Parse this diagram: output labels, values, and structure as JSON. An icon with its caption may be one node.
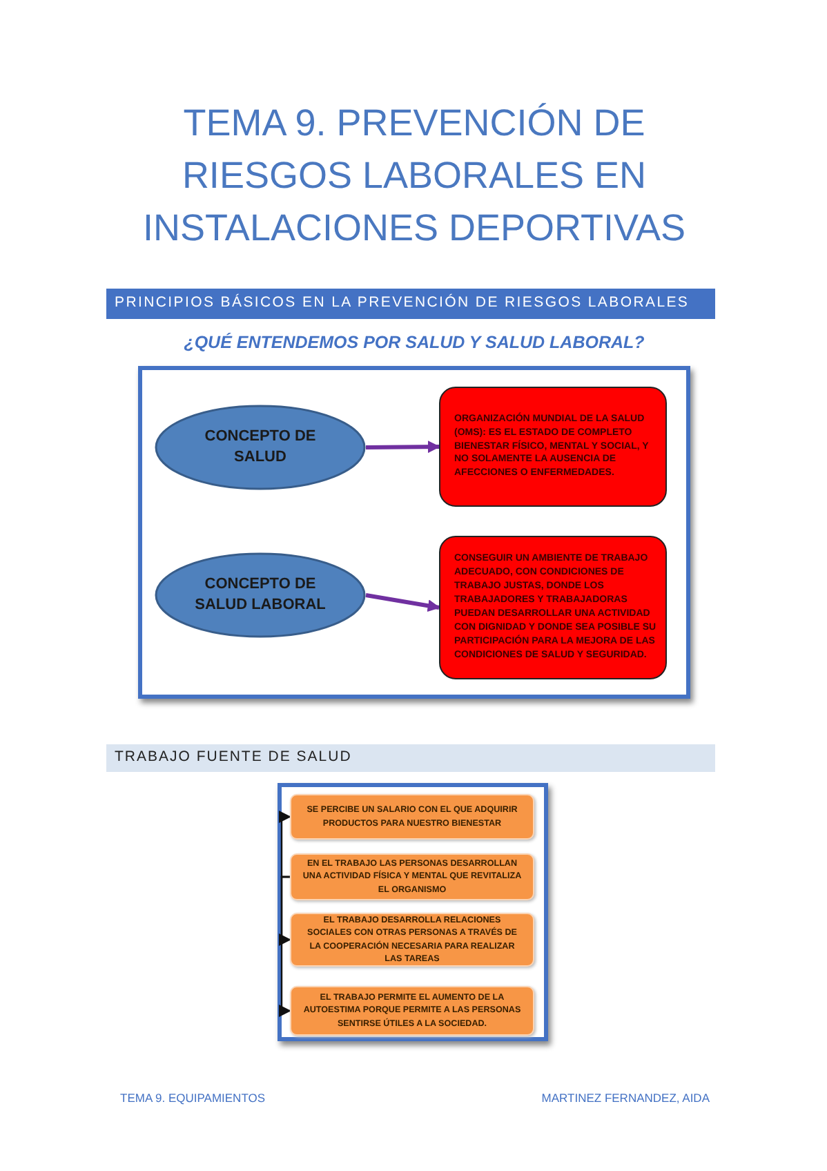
{
  "diagram": {
    "title": "TEMA 9. PREVENCIÓN DE RIESGOS LABORALES EN INSTALACIONES DEPORTIVAS",
    "nodes": [
      {
        "text": [
          "CONCEPTO DE SALUD"
        ]
      },
      {
        "text": [
          "ORGANIZACIÓN MUNDIAL DE LA SALUD (OMS): ES EL ESTADO DE COMPLETO BIENESTAR FÍSICO, MENTAL Y SOCIAL, Y NO SOLAMENTE LA AUSENCIA DE AFECCIONES O ENFERMEDADES."
        ]
      },
      {
        "text": [
          "CONCEPTO DE SALUD LABORAL"
        ]
      },
      {
        "text": [
          "CONSEGUIR UN AMBIENTE DE TRABAJO ADECUADO, CON CONDICIONES DE TRABAJO JUSTAS, DONDE LOS TRABAJADORES Y TRABAJADORAS PUEDAN DESARROLLAR UNA ACTIVIDAD CON DIGNIDAD Y DONDE SEA POSIBLE SU PARTICIPACIÓN PARA LA MEJORA DE LAS CONDICIONES DE SALUD Y SEGURIDAD."
        ]
      },
      {
        "text": [
          "SE PERCIBE UN SALARIO CON EL QUE ADQUIRIR PRODUCTOS PARA NUESTRO BIENESTAR"
        ]
      },
      {
        "text": [
          "EN EL TRABAJO LAS PERSONAS DESARROLLAN UNA ACTIVIDAD FÍSICA Y MENTAL QUE REVITALIZA EL ORGANISMO"
        ]
      },
      {
        "text": [
          "EL TRABAJO DESARROLLA RELACIONES SOCIALES CON OTRAS PERSONAS A TRAVÉS DE LA COOPERACIÓN NECESARIA PARA REALIZAR LAS TAREAS"
        ]
      },
      {
        "text": [
          "EL TRABAJO PERMITE EL AUMENTO DE LA AUTOESTIMA PORQUE PERMITE A LAS PERSONAS SENTIRSE ÚTILES A LA SOCIEDAD."
        ]
      }
    ],
    "edges": [
      {
        "from": 0,
        "to": 1,
        "arrow": "to",
        "style": "thick",
        "color": "#7030a0"
      },
      {
        "from": 2,
        "to": 3,
        "arrow": "to",
        "style": "thick",
        "color": "#7030a0"
      },
      {
        "from": 5,
        "to": 4,
        "arrow": "to"
      },
      {
        "from": 5,
        "to": 6,
        "arrow": "to"
      },
      {
        "from": 5,
        "to": 7,
        "arrow": "to"
      }
    ],
    "labels": [
      "PRINCIPIOS BÁSICOS EN LA PREVENCIÓN DE RIESGOS LABORALES",
      "¿QUÉ ENTENDEMOS POR SALUD Y SALUD LABORAL?",
      "TRABAJO FUENTE DE SALUD",
      "TEMA 9. EQUIPAMIENTOS",
      "MARTINEZ FERNANDEZ, AIDA"
    ]
  }
}
